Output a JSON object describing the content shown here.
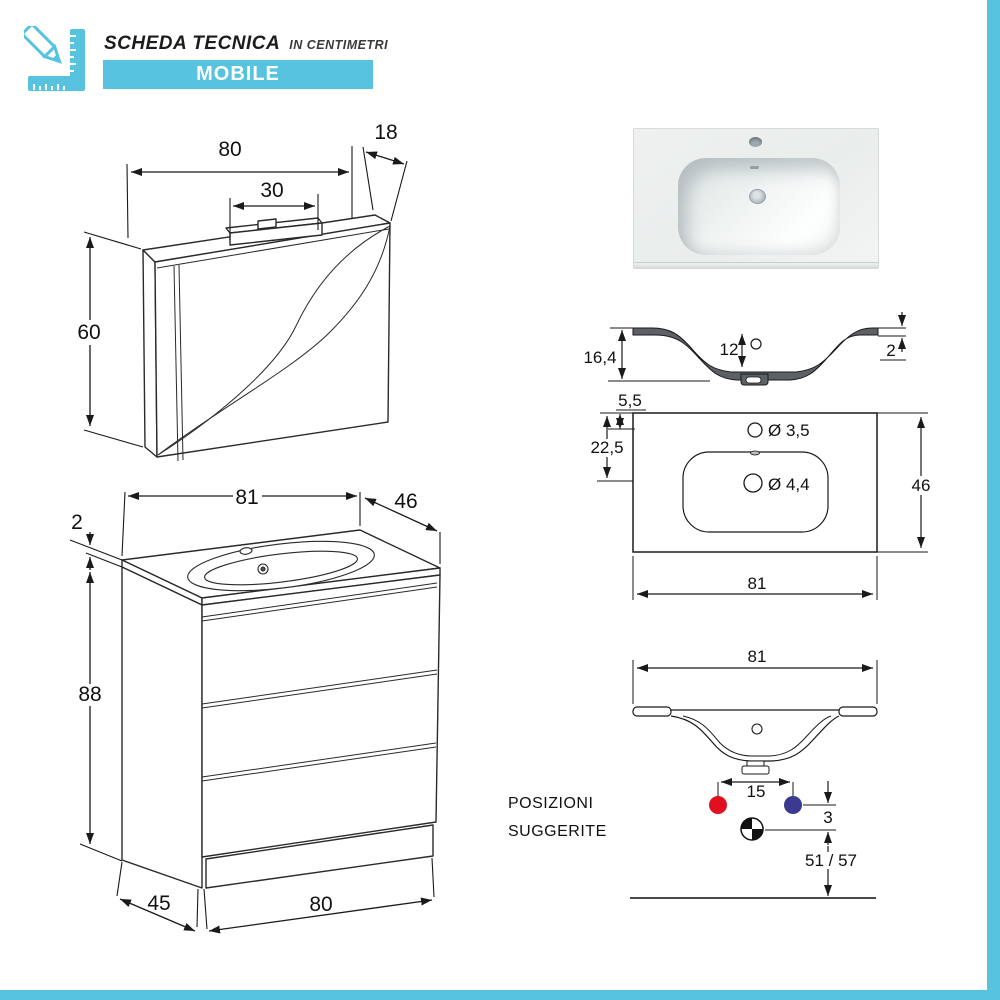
{
  "header": {
    "title": "SCHEDA TECNICA",
    "subtitle": "IN CENTIMETRI",
    "category": "MOBILE",
    "icon": "pencil-ruler-icon"
  },
  "mirror_cabinet": {
    "width": "80",
    "depth": "18",
    "lamp_width": "30",
    "height": "60"
  },
  "vanity": {
    "width": "81",
    "depth": "46",
    "top_thickness": "2",
    "height": "88",
    "base_depth": "45",
    "base_width": "80"
  },
  "washbasin_section": {
    "total_height": "16,4",
    "bowl_depth": "12",
    "rim_thickness": "2"
  },
  "washbasin_top_view": {
    "tap_hole_offset": "5,5",
    "drain_offset": "22,5",
    "tap_hole_diameter": "Ø 3,5",
    "drain_hole_diameter": "Ø 4,4",
    "depth": "46",
    "width": "81"
  },
  "washbasin_front_view": {
    "width": "81",
    "note_line1": "POSIZIONI",
    "note_line2": "SUGGERITE",
    "taps_spacing": "15",
    "drain_offset": "3",
    "drain_floor_height": "51 / 57"
  },
  "colors": {
    "accent": "#57C3DE",
    "hot_water": "#E01020",
    "cold_water": "#3A3A90"
  }
}
